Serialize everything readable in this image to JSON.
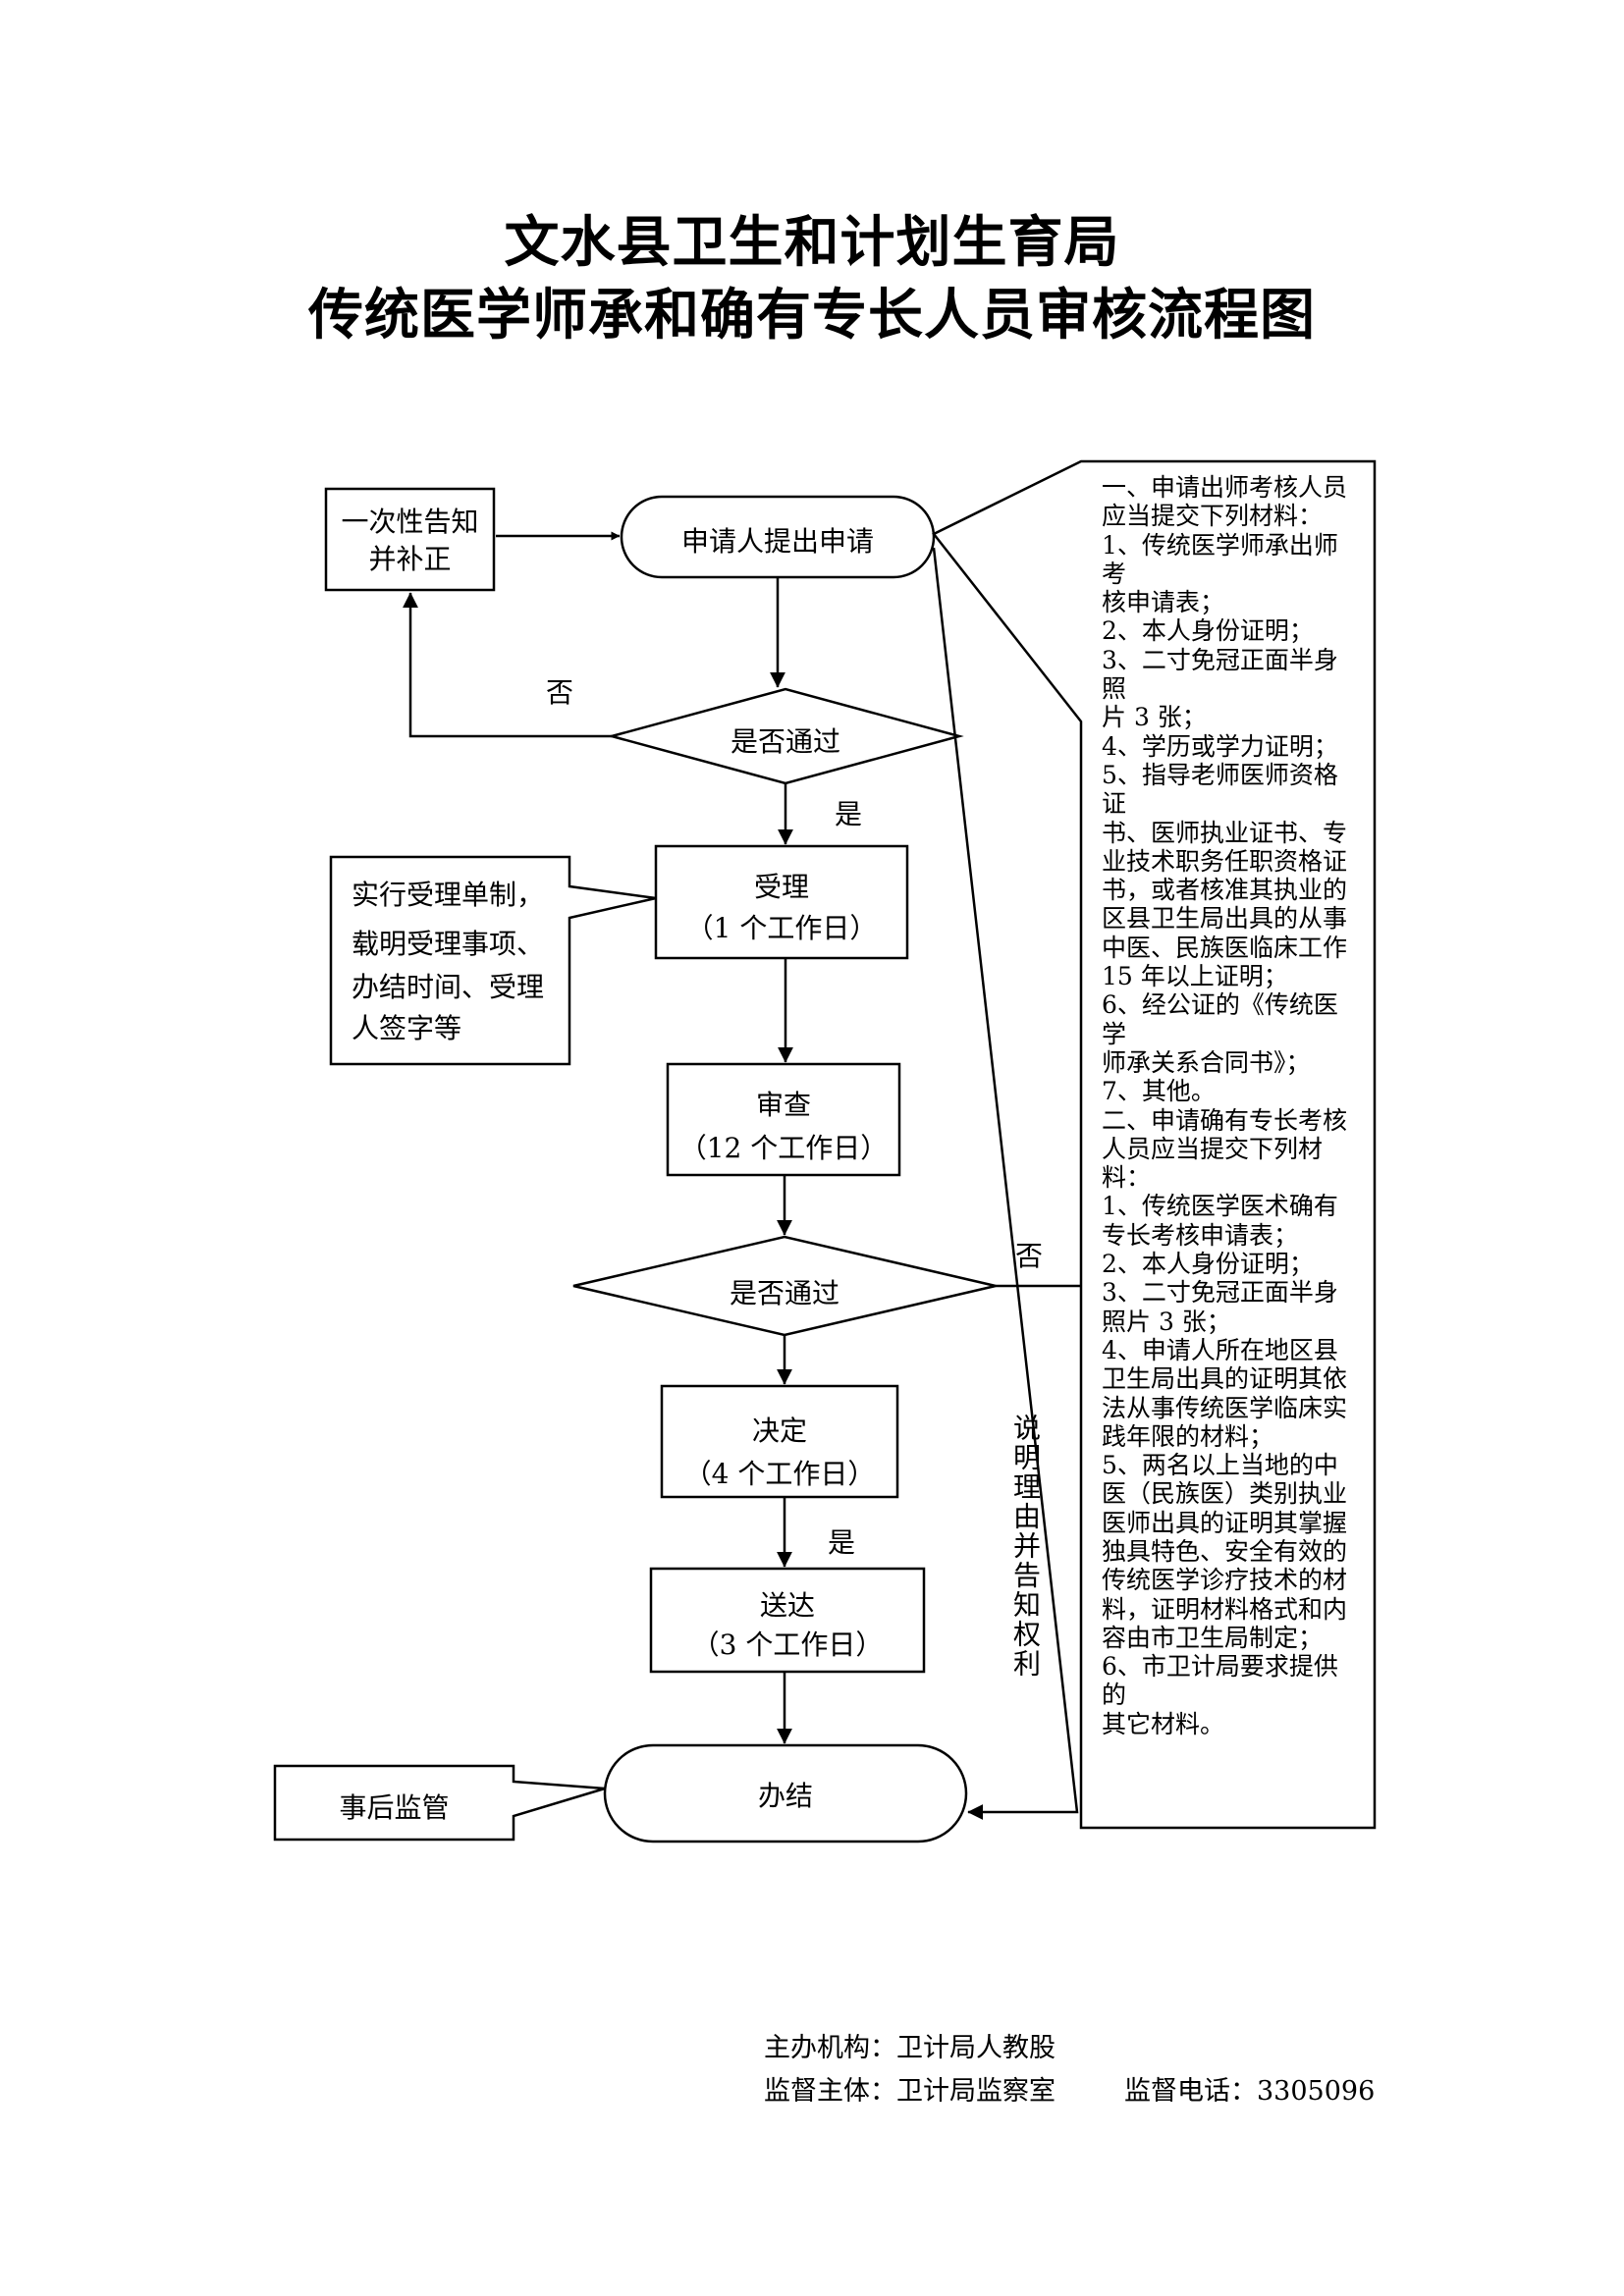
{
  "title": {
    "line1": "文水县卫生和计划生育局",
    "line2": "传统医学师承和确有专长人员审核流程图"
  },
  "nodes": {
    "notify": [
      "一次性告知",
      "并补正"
    ],
    "apply": "申请人提出申请",
    "check1": "是否通过",
    "accept": [
      "受理",
      "（1 个工作日）"
    ],
    "accept_note": [
      "实行受理单制，",
      "载明受理事项、",
      "办结时间、受理",
      "人签字等"
    ],
    "review": [
      "审查",
      "（12 个工作日）"
    ],
    "check2": "是否通过",
    "decide": [
      "决定",
      "（4 个工作日）"
    ],
    "deliver": [
      "送达",
      "（3 个工作日）"
    ],
    "finish": "办结",
    "supervise": "事后监管"
  },
  "edge_labels": {
    "no1": "否",
    "yes1": "是",
    "no2": "否",
    "yes2": "是",
    "reason": "说明理由并告知权利"
  },
  "materials": [
    "一、申请出师考核人员",
    "应当提交下列材料：",
    "1、传统医学师承出师考",
    "核申请表；",
    "2、本人身份证明；",
    "3、二寸免冠正面半身照",
    "片 3 张；",
    "4、学历或学力证明；",
    "5、指导老师医师资格证",
    "书、医师执业证书、专",
    "业技术职务任职资格证",
    "书，或者核准其执业的",
    "区县卫生局出具的从事",
    "中医、民族医临床工作",
    "15 年以上证明；",
    "6、经公证的《传统医学",
    "师承关系合同书》；",
    "7、其他。",
    "二、申请确有专长考核",
    "人员应当提交下列材",
    "料：",
    "1、传统医学医术确有",
    "专长考核申请表；",
    "2、本人身份证明；",
    "3、二寸免冠正面半身",
    "照片 3 张；",
    "4、申请人所在地区县",
    "卫生局出具的证明其依",
    "法从事传统医学临床实",
    "践年限的材料；",
    "5、两名以上当地的中",
    "医（民族医）类别执业",
    "医师出具的证明其掌握",
    "独具特色、安全有效的",
    "传统医学诊疗技术的材",
    "料，证明材料格式和内",
    "容由市卫生局制定；",
    "6、市卫计局要求提供的",
    "其它材料。"
  ],
  "footer": {
    "organizer": "主办机构：卫计局人教股",
    "supervisor": "监督主体：卫计局监察室",
    "phone": "监督电话：3305096"
  }
}
